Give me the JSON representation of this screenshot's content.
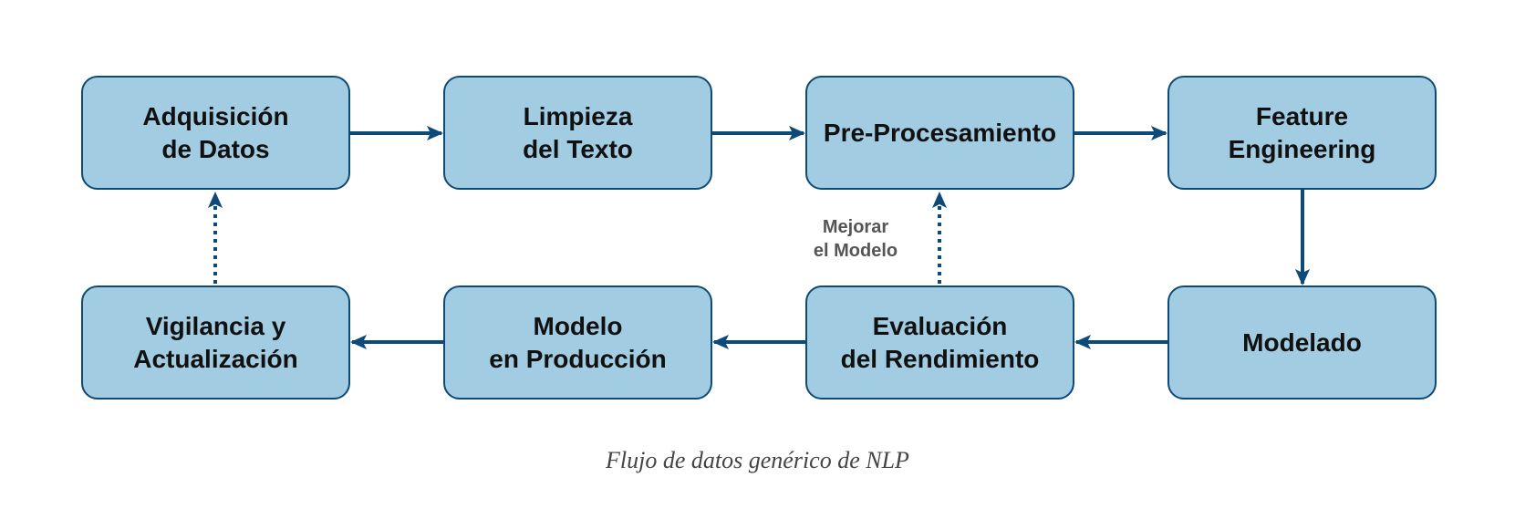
{
  "diagram": {
    "nodes": [
      {
        "id": "n1",
        "label": "Adquisición\nde Datos"
      },
      {
        "id": "n2",
        "label": "Limpieza\ndel Texto"
      },
      {
        "id": "n3",
        "label": "Pre-Procesamiento"
      },
      {
        "id": "n4",
        "label": "Feature\nEngineering"
      },
      {
        "id": "n5",
        "label": "Modelado"
      },
      {
        "id": "n6",
        "label": "Evaluación\ndel Rendimiento"
      },
      {
        "id": "n7",
        "label": "Modelo\nen Producción"
      },
      {
        "id": "n8",
        "label": "Vigilancia y\nActualización"
      }
    ],
    "edges": [
      {
        "from": "n1",
        "to": "n2",
        "style": "solid"
      },
      {
        "from": "n2",
        "to": "n3",
        "style": "solid"
      },
      {
        "from": "n3",
        "to": "n4",
        "style": "solid"
      },
      {
        "from": "n4",
        "to": "n5",
        "style": "solid"
      },
      {
        "from": "n5",
        "to": "n6",
        "style": "solid"
      },
      {
        "from": "n6",
        "to": "n7",
        "style": "solid"
      },
      {
        "from": "n7",
        "to": "n8",
        "style": "solid"
      },
      {
        "from": "n6",
        "to": "n3",
        "style": "dotted",
        "label": "Mejorar\nel Modelo"
      },
      {
        "from": "n8",
        "to": "n1",
        "style": "dotted"
      }
    ],
    "caption": "Flujo de datos genérico de NLP"
  },
  "colors": {
    "node_fill": "#a2cce2",
    "node_border": "#0d4a78",
    "arrow": "#0d4a78",
    "edge_label": "#555555",
    "caption": "#444444"
  }
}
